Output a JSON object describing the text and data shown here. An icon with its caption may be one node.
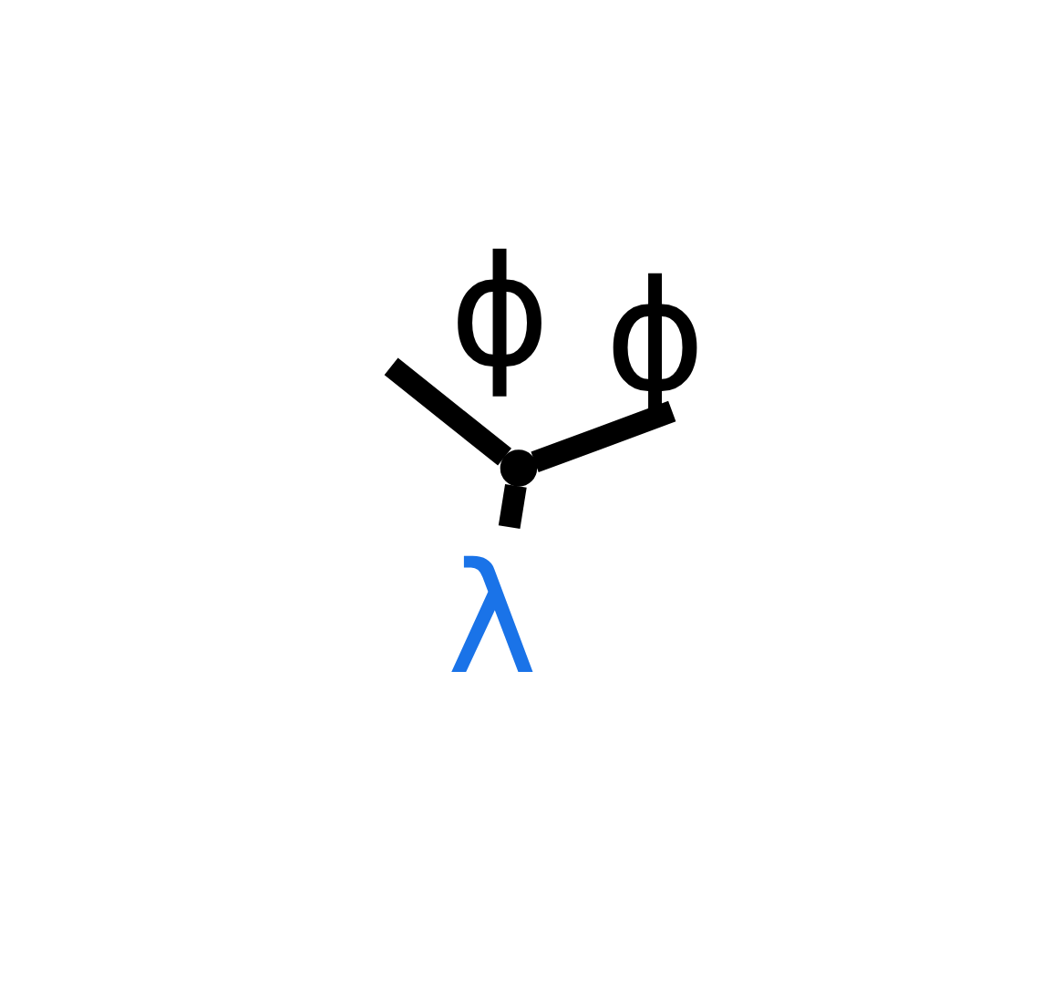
{
  "diagram": {
    "nodes": [
      {
        "text": [],
        "shape": "point"
      },
      {
        "text": [
          "λ"
        ]
      }
    ],
    "edges": [
      {
        "from": null,
        "to": 0,
        "arrow": "none",
        "label": "ϕ"
      },
      {
        "from": 0,
        "to": null,
        "arrow": "none",
        "label": "ϕ"
      },
      {
        "from": 0,
        "to": 1,
        "arrow": "none"
      }
    ]
  }
}
